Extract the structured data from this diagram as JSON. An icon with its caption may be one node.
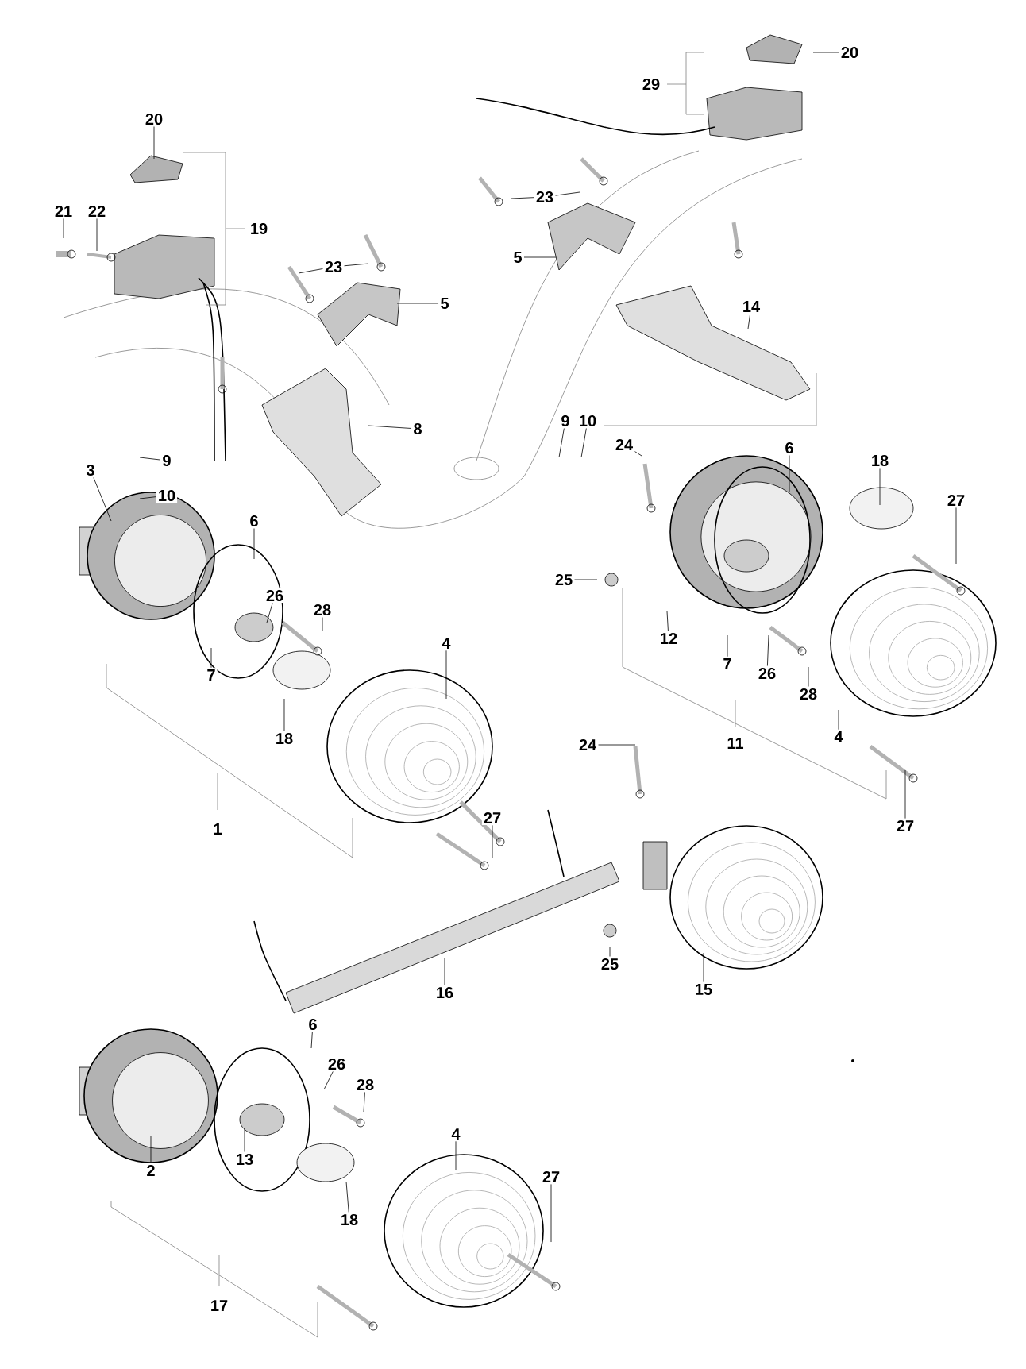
{
  "diagram": {
    "nodes": [
      {
        "text": [
          "20"
        ]
      },
      {
        "text": [
          "19"
        ]
      },
      {
        "text": [
          "21"
        ]
      },
      {
        "text": [
          "22"
        ]
      },
      {
        "text": [
          "23"
        ]
      },
      {
        "text": [
          "5"
        ]
      },
      {
        "text": [
          "8"
        ]
      },
      {
        "text": [
          "3"
        ]
      },
      {
        "text": [
          "9"
        ]
      },
      {
        "text": [
          "10"
        ]
      },
      {
        "text": [
          "6"
        ]
      },
      {
        "text": [
          "26"
        ]
      },
      {
        "text": [
          "28"
        ]
      },
      {
        "text": [
          "7"
        ]
      },
      {
        "text": [
          "4"
        ]
      },
      {
        "text": [
          "18"
        ]
      },
      {
        "text": [
          "1"
        ]
      },
      {
        "text": [
          "27"
        ]
      },
      {
        "text": [
          "20"
        ]
      },
      {
        "text": [
          "29"
        ]
      },
      {
        "text": [
          "23"
        ]
      },
      {
        "text": [
          "5"
        ]
      },
      {
        "text": [
          "14"
        ]
      },
      {
        "text": [
          "9"
        ]
      },
      {
        "text": [
          "10"
        ]
      },
      {
        "text": [
          "24"
        ]
      },
      {
        "text": [
          "6"
        ]
      },
      {
        "text": [
          "18"
        ]
      },
      {
        "text": [
          "27"
        ]
      },
      {
        "text": [
          "25"
        ]
      },
      {
        "text": [
          "12"
        ]
      },
      {
        "text": [
          "7"
        ]
      },
      {
        "text": [
          "26"
        ]
      },
      {
        "text": [
          "28"
        ]
      },
      {
        "text": [
          "4"
        ]
      },
      {
        "text": [
          "11"
        ]
      },
      {
        "text": [
          "27"
        ]
      },
      {
        "text": [
          "24"
        ]
      },
      {
        "text": [
          "25"
        ]
      },
      {
        "text": [
          "15"
        ]
      },
      {
        "text": [
          "16"
        ]
      },
      {
        "text": [
          "6"
        ]
      },
      {
        "text": [
          "26"
        ]
      },
      {
        "text": [
          "28"
        ]
      },
      {
        "text": [
          "4"
        ]
      },
      {
        "text": [
          "13"
        ]
      },
      {
        "text": [
          "2"
        ]
      },
      {
        "text": [
          "18"
        ]
      },
      {
        "text": [
          "27"
        ]
      },
      {
        "text": [
          "17"
        ]
      }
    ],
    "edges": [
      {
        "from": 0,
        "to": null,
        "arrow": "none"
      },
      {
        "from": 2,
        "to": null,
        "arrow": "none"
      },
      {
        "from": 3,
        "to": null,
        "arrow": "none"
      },
      {
        "from": 4,
        "to": null,
        "arrow": "none"
      },
      {
        "from": 4,
        "to": null,
        "arrow": "none"
      },
      {
        "from": 5,
        "to": null,
        "arrow": "none"
      },
      {
        "from": 6,
        "to": null,
        "arrow": "none"
      },
      {
        "from": 7,
        "to": null,
        "arrow": "none"
      },
      {
        "from": 8,
        "to": null,
        "arrow": "none"
      },
      {
        "from": 9,
        "to": null,
        "arrow": "none"
      },
      {
        "from": 10,
        "to": null,
        "arrow": "none"
      },
      {
        "from": 11,
        "to": null,
        "arrow": "none"
      },
      {
        "from": 12,
        "to": null,
        "arrow": "none"
      },
      {
        "from": 13,
        "to": null,
        "arrow": "none"
      },
      {
        "from": 14,
        "to": null,
        "arrow": "none"
      },
      {
        "from": 15,
        "to": null,
        "arrow": "none"
      },
      {
        "from": 17,
        "to": null,
        "arrow": "none"
      },
      {
        "from": 18,
        "to": null,
        "arrow": "none"
      },
      {
        "from": 20,
        "to": null,
        "arrow": "none"
      },
      {
        "from": 20,
        "to": null,
        "arrow": "none"
      },
      {
        "from": 21,
        "to": null,
        "arrow": "none"
      },
      {
        "from": 22,
        "to": null,
        "arrow": "none"
      },
      {
        "from": 23,
        "to": null,
        "arrow": "none"
      },
      {
        "from": 24,
        "to": null,
        "arrow": "none"
      },
      {
        "from": 25,
        "to": null,
        "arrow": "none"
      },
      {
        "from": 26,
        "to": null,
        "arrow": "none"
      },
      {
        "from": 27,
        "to": null,
        "arrow": "none"
      },
      {
        "from": 28,
        "to": null,
        "arrow": "none"
      },
      {
        "from": 29,
        "to": null,
        "arrow": "none"
      },
      {
        "from": 30,
        "to": null,
        "arrow": "none"
      },
      {
        "from": 31,
        "to": null,
        "arrow": "none"
      },
      {
        "from": 32,
        "to": null,
        "arrow": "none"
      },
      {
        "from": 33,
        "to": null,
        "arrow": "none"
      },
      {
        "from": 34,
        "to": null,
        "arrow": "none"
      },
      {
        "from": 36,
        "to": null,
        "arrow": "none"
      },
      {
        "from": 37,
        "to": null,
        "arrow": "none"
      },
      {
        "from": 38,
        "to": null,
        "arrow": "none"
      },
      {
        "from": 39,
        "to": null,
        "arrow": "none"
      },
      {
        "from": 40,
        "to": null,
        "arrow": "none"
      },
      {
        "from": 41,
        "to": null,
        "arrow": "none"
      },
      {
        "from": 42,
        "to": null,
        "arrow": "none"
      },
      {
        "from": 43,
        "to": null,
        "arrow": "none"
      },
      {
        "from": 44,
        "to": null,
        "arrow": "none"
      },
      {
        "from": 45,
        "to": null,
        "arrow": "none"
      },
      {
        "from": 46,
        "to": null,
        "arrow": "none"
      },
      {
        "from": 47,
        "to": null,
        "arrow": "none"
      },
      {
        "from": 48,
        "to": null,
        "arrow": "none"
      }
    ]
  }
}
